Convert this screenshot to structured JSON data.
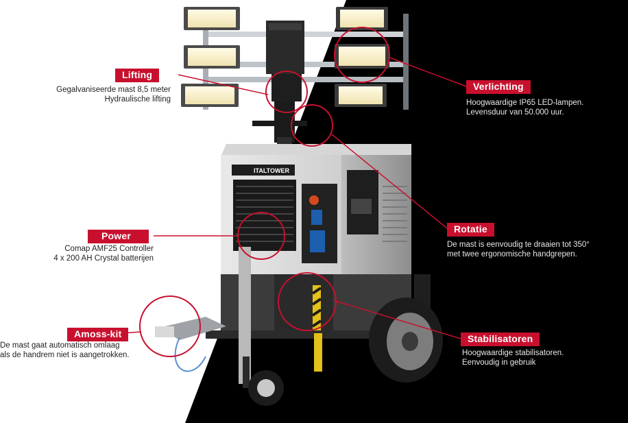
{
  "brand": {
    "logo_text": "ITALTOWER"
  },
  "callouts": {
    "lifting": {
      "title": "Lifting",
      "lines": [
        "Gegalvaniseerde mast 8,5 meter",
        "Hydraulische lifting"
      ]
    },
    "power": {
      "title": "Power",
      "lines": [
        "Comap AMF25 Controller",
        "4 x 200 AH Crystal batterijen"
      ]
    },
    "amoss": {
      "title": "Amoss-kit",
      "lines": [
        "De mast gaat automatisch omlaag",
        "als de handrem niet is aangetrokken."
      ]
    },
    "verlichting": {
      "title": "Verlichting",
      "lines": [
        "Hoogwaardige IP65 LED-lampen.",
        "Levensduur van 50.000 uur."
      ]
    },
    "rotatie": {
      "title": "Rotatie",
      "lines": [
        "De mast is eenvoudig te draaien tot 350°",
        "met twee ergonomische handgrepen."
      ]
    },
    "stabilisatoren": {
      "title": "Stabilisatoren",
      "lines": [
        "Hoogwaardige stabilisatoren.",
        "Eenvoudig in gebruik"
      ]
    }
  },
  "colors": {
    "accent": "#c8102e",
    "background_left": "#ffffff",
    "background_right": "#000000"
  }
}
